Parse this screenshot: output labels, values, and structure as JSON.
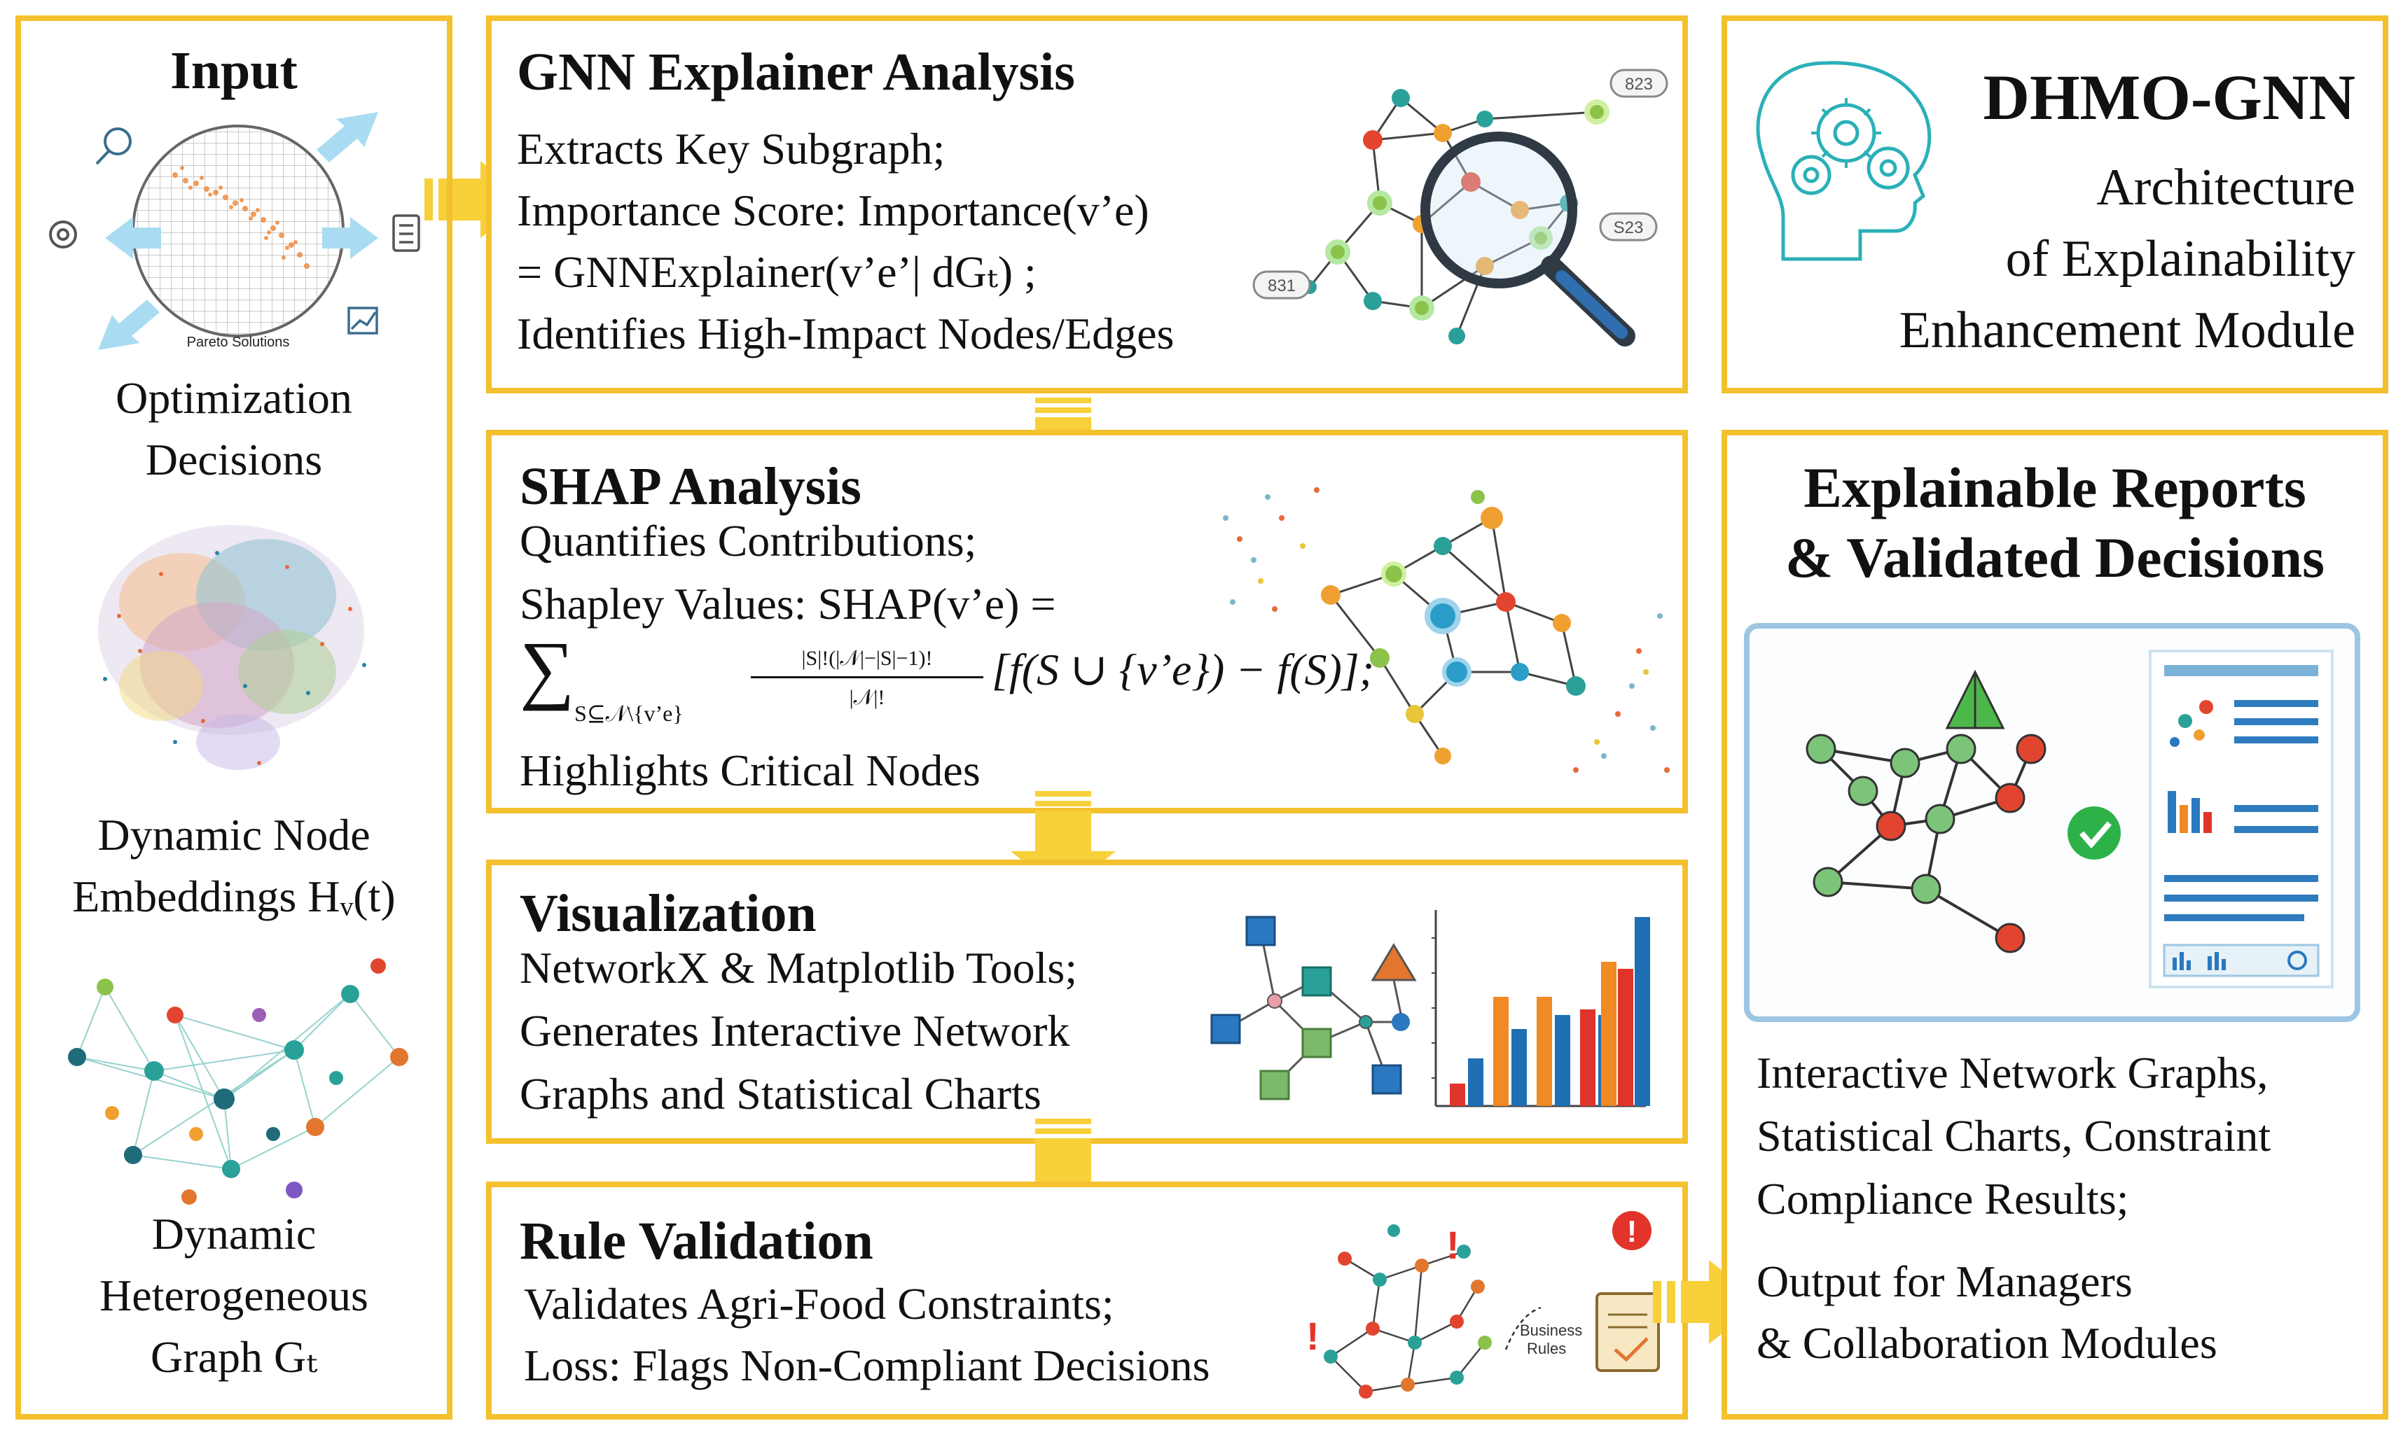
{
  "input": {
    "title": "Input",
    "pareto_label": "Pareto Solutions",
    "caption1_line1": "Optimization",
    "caption1_line2": "Decisions",
    "caption2_line1": "Dynamic Node",
    "caption2_line2": "Embeddings Hᵥ(t)",
    "caption3_line1": "Dynamic",
    "caption3_line2": "Heterogeneous",
    "caption3_line3": "Graph Gₜ"
  },
  "gnn": {
    "title": "GNN Explainer Analysis",
    "line1": "Extracts Key Subgraph;",
    "line2": "Importance Score: Importance(v’e)",
    "line3": "= GNNExplainer(v’e’| dGₜ) ;",
    "line4": "Identifies High-Impact Nodes/Edges",
    "tag1": "823",
    "tag2": "S23",
    "tag3": "831"
  },
  "shap": {
    "title": "SHAP Analysis",
    "line1": "Quantifies Contributions;",
    "line2": "Shapley Values: SHAP(v’e) =",
    "sum_sub": "S⊆𝒩\\{v’e}",
    "frac_num": "|S|!(|𝒩|−|S|−1)!",
    "frac_den": "|𝒩|!",
    "formula_tail": "[f(S ∪ {v’e}) − f(S)];",
    "line4": "Highlights Critical Nodes"
  },
  "viz": {
    "title": "Visualization",
    "line1": "NetworkX & Matplotlib Tools;",
    "line2": "Generates Interactive Network",
    "line3": "Graphs and Statistical Charts"
  },
  "rule": {
    "title": "Rule Validation",
    "line1": "Validates Agri-Food Constraints;",
    "line2": "Loss: Flags Non-Compliant Decisions",
    "business_rules_1": "Business",
    "business_rules_2": "Rules"
  },
  "dhmo": {
    "title": "DHMO-GNN",
    "line1": "Architecture",
    "line2": "of Explainability",
    "line3": "Enhancement Module"
  },
  "reports": {
    "title_line1": "Explainable Reports",
    "title_line2": "& Validated Decisions",
    "line1": "Interactive Network Graphs,",
    "line2": "Statistical Charts, Constraint",
    "line3": "Compliance Results;",
    "line4": "Output for Managers",
    "line5": "& Collaboration Modules"
  },
  "colors": {
    "border": "#f3c12e",
    "arrow": "#f7d03a",
    "node_teal": "#2aa198",
    "node_orange": "#f0a030",
    "node_red": "#e2452f",
    "node_green": "#8bc34a",
    "bar_blue": "#1f6fb5",
    "bar_orange": "#f08a24",
    "bar_red": "#e0342a",
    "check_green": "#2db24a",
    "light_blue": "#a9dcf2"
  }
}
